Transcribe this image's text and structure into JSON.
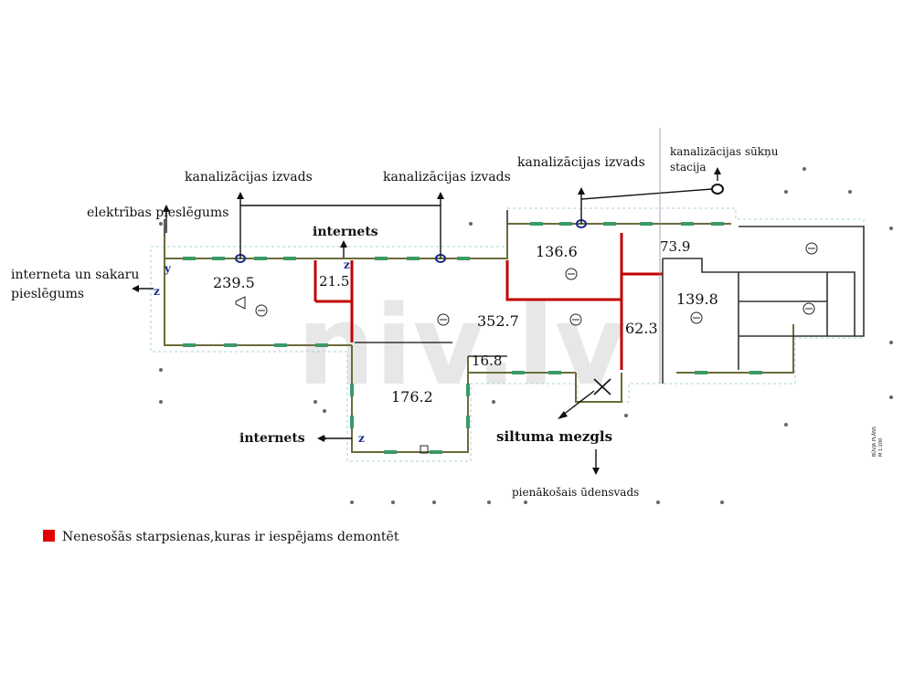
{
  "watermark": "niv.lv",
  "areas": {
    "a1": "239.5",
    "a2": "21.5",
    "a3": "352.7",
    "a4": "136.6",
    "a5": "73.9",
    "a6": "139.8",
    "a7": "62.3",
    "a8": "16.8",
    "a9": "176.2"
  },
  "labels": {
    "elektribas": "elektrības pieslēgums",
    "interneta_line1": "interneta un sakaru",
    "interneta_line2": "pieslēgums",
    "kanal1": "kanalizācijas izvads",
    "kanal2": "kanalizācijas izvads",
    "kanal3": "kanalizācijas izvads",
    "suknu_line1": "kanalizācijas sūkņu",
    "suknu_line2": "stacija",
    "internets_top": "internets",
    "internets_bottom": "internets",
    "siltuma": "siltuma mezgls",
    "udensvads": "pienākošais ūdensvads"
  },
  "markers": {
    "y": "y",
    "z1": "z",
    "z2": "z",
    "z3": "z"
  },
  "stamp": {
    "line1": "BŪVJA PLĀNS",
    "line2": "M 1:200"
  },
  "legend": {
    "text": "Nenesošās starpsienas,kuras ir iespējams demontēt",
    "color": "#e00000"
  },
  "colors": {
    "removable_wall": "#c00000",
    "window": "#3a9a6a",
    "wall": "#5a5a5a"
  }
}
